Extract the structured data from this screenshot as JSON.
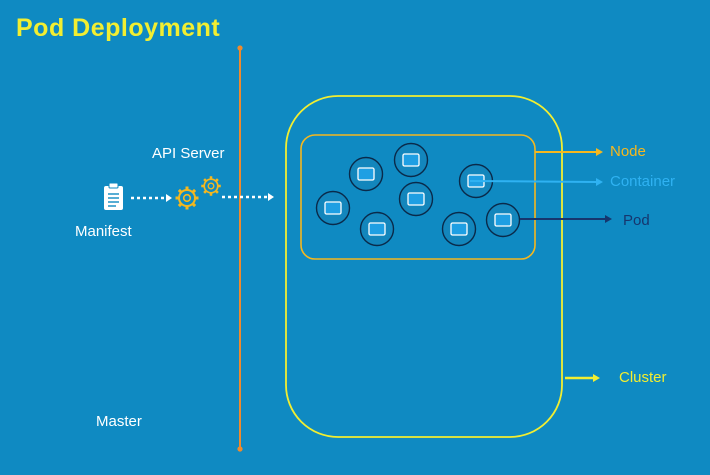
{
  "title": "Pod Deployment",
  "labels": {
    "api_server": "API Server",
    "manifest": "Manifest",
    "master": "Master",
    "node": "Node",
    "container": "Container",
    "pod": "Pod",
    "cluster": "Cluster"
  },
  "icons": {
    "manifest": "clipboard-icon",
    "api_server": "gears-icon",
    "container": "container-icon"
  },
  "colors": {
    "background": "#0f8ac2",
    "title": "#f2ee31",
    "master_line": "#f08a2c",
    "cluster": "#f2ee31",
    "node": "#f5b81e",
    "container": "#2fb2f2",
    "pod": "#16366e",
    "pod_ring": "#0a2a4a",
    "flow_arrow": "#ffffff"
  }
}
